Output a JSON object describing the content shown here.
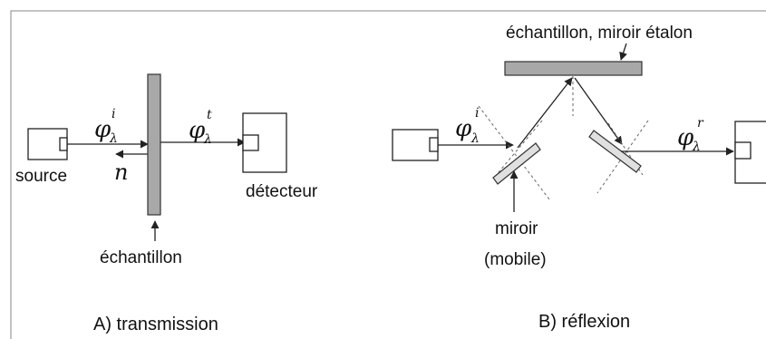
{
  "panel_a": {
    "caption": "A) transmission",
    "labels": {
      "source": "source",
      "n": "n",
      "detecteur": "détecteur",
      "echantillon": "échantillon"
    },
    "flux": {
      "incident_base": "φ",
      "incident_sub": "λ",
      "incident_sup": "i",
      "transmitted_base": "φ",
      "transmitted_sub": "λ",
      "transmitted_sup": "t"
    }
  },
  "panel_b": {
    "caption": "B) réflexion",
    "labels": {
      "echantillon_miroir": "échantillon, miroir étalon",
      "miroir": "miroir",
      "mobile": "(mobile)"
    },
    "flux": {
      "incident_base": "φ",
      "incident_sub": "λ",
      "incident_sup": "i",
      "reflected_base": "φ",
      "reflected_sub": "λ",
      "reflected_sup": "r"
    }
  },
  "colors": {
    "sample_fill": "#a8a8a8",
    "frame": "#999999",
    "ink": "#222222"
  }
}
